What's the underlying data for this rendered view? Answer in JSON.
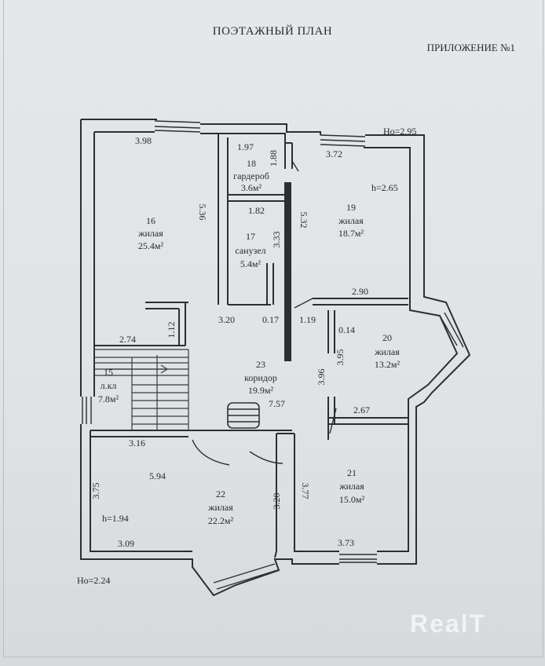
{
  "header": {
    "title": "ПОЭТАЖНЫЙ ПЛАН",
    "appendix": "ПРИЛОЖЕНИЕ №1"
  },
  "levels": {
    "ho_top": "Ho=2.95",
    "ho_bottom": "Ho=2.24",
    "h_room19": "h=2.65",
    "h_room22": "h=1.94"
  },
  "rooms": [
    {
      "id": "room-16",
      "number": "16",
      "name": "жилая",
      "area": "25.4м²"
    },
    {
      "id": "room-17",
      "number": "17",
      "name": "санузел",
      "area": "5.4м²"
    },
    {
      "id": "room-18",
      "number": "18",
      "name": "гардероб",
      "area": "3.6м²"
    },
    {
      "id": "room-19",
      "number": "19",
      "name": "жилая",
      "area": "18.7м²"
    },
    {
      "id": "room-20",
      "number": "20",
      "name": "жилая",
      "area": "13.2м²"
    },
    {
      "id": "room-21",
      "number": "21",
      "name": "жилая",
      "area": "15.0м²"
    },
    {
      "id": "room-22",
      "number": "22",
      "name": "жилая",
      "area": "22.2м²"
    },
    {
      "id": "room-23",
      "number": "23",
      "name": "коридор",
      "area": "19.9м²"
    },
    {
      "id": "room-15",
      "number": "15",
      "name": "л.кл",
      "area": "7.8м²"
    }
  ],
  "dimensions": {
    "d398": "3.98",
    "d197": "1.97",
    "d188": "1.88",
    "d372": "3.72",
    "d536": "5.36",
    "d182": "1.82",
    "d333": "3.33",
    "d532": "5.32",
    "d290": "2.90",
    "d320a": "3.20",
    "d017": "0.17",
    "d119": "1.19",
    "d014": "0.14",
    "d112": "1.12",
    "d274": "2.74",
    "d395": "3.95",
    "d396": "3.96",
    "d757": "7.57",
    "d267": "2.67",
    "d316": "3.16",
    "d594": "5.94",
    "d375": "3.75",
    "d320b": "3.20",
    "d377": "3.77",
    "d309": "3.09",
    "d373": "3.73"
  },
  "watermark": "RealT"
}
